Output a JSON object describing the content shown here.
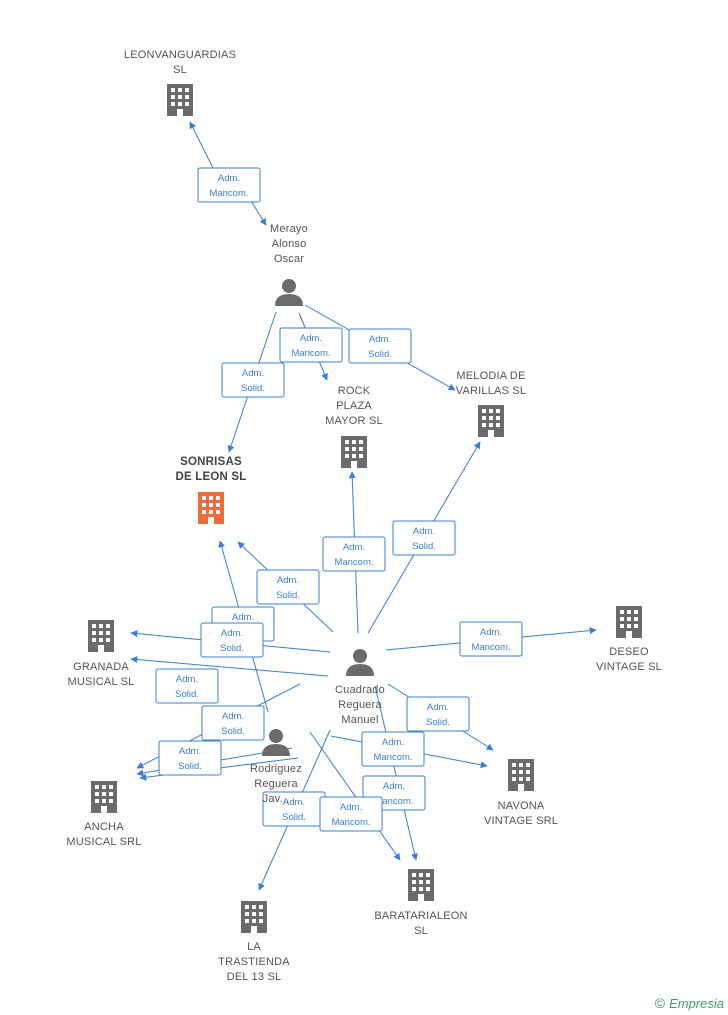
{
  "nodes": {
    "leonvanguardias": {
      "lines": [
        "LEONVANGUARDIAS",
        "SL"
      ],
      "kind": "company"
    },
    "merayo": {
      "lines": [
        "Merayo",
        "Alonso",
        "Oscar"
      ],
      "kind": "person"
    },
    "rock_plaza": {
      "lines": [
        "ROCK",
        "PLAZA",
        "MAYOR SL"
      ],
      "kind": "company"
    },
    "melodia": {
      "lines": [
        "MELODIA DE",
        "VARILLAS SL"
      ],
      "kind": "company"
    },
    "sonrisas": {
      "lines": [
        "SONRISAS",
        "DE LEON SL"
      ],
      "kind": "company",
      "focus": true
    },
    "granada": {
      "lines": [
        "GRANADA",
        "MUSICAL SL"
      ],
      "kind": "company"
    },
    "deseo": {
      "lines": [
        "DESEO",
        "VINTAGE SL"
      ],
      "kind": "company"
    },
    "cuadrado": {
      "lines": [
        "Cuadrado",
        "Reguera",
        "Manuel"
      ],
      "kind": "person"
    },
    "rodriguez": {
      "lines": [
        "Rodriguez",
        "Reguera",
        "Jav..."
      ],
      "kind": "person"
    },
    "navona": {
      "lines": [
        "NAVONA",
        "VINTAGE SRL"
      ],
      "kind": "company"
    },
    "ancha": {
      "lines": [
        "ANCHA",
        "MUSICAL SRL"
      ],
      "kind": "company"
    },
    "barataria": {
      "lines": [
        "BARATARIALEON",
        "SL"
      ],
      "kind": "company"
    },
    "trastienda": {
      "lines": [
        "LA",
        "TRASTIENDA",
        "DEL 13 SL"
      ],
      "kind": "company"
    }
  },
  "roles": {
    "adm_mancom": [
      "Adm.",
      "Mancom."
    ],
    "adm_solid": [
      "Adm.",
      "Solid."
    ]
  },
  "colors": {
    "edge": "#3b7fd4",
    "icon": "#6b6b6b",
    "focus_icon": "#f26b3a",
    "label": "#555555"
  },
  "brand": {
    "symbol": "©",
    "name": "Empresia"
  }
}
